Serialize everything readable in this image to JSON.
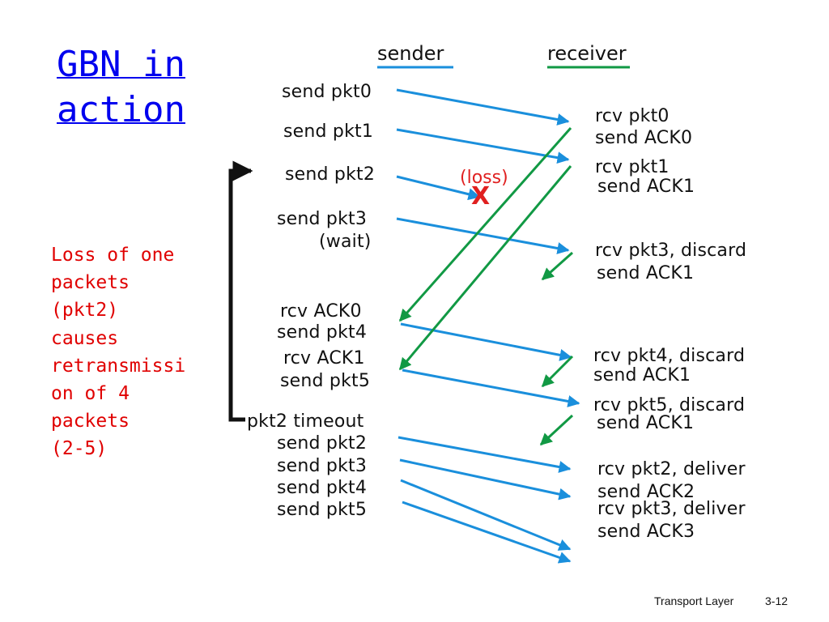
{
  "title": {
    "line1": "GBN in",
    "line2": "action"
  },
  "note": {
    "lines": [
      "Loss of one",
      "packets",
      "(pkt2)",
      "causes",
      "retransmissi",
      "on of 4",
      "packets",
      "(2-5)"
    ]
  },
  "headers": {
    "sender": "sender",
    "receiver": "receiver"
  },
  "sender_events": [
    "send pkt0",
    "send pkt1",
    "send pkt2",
    "send pkt3",
    "(wait)",
    "rcv ACK0",
    "send pkt4",
    "rcv ACK1",
    "send pkt5",
    "pkt2 timeout",
    "send pkt2",
    "send pkt3",
    "send pkt4",
    "send pkt5"
  ],
  "receiver_events": [
    "rcv pkt0",
    "send ACK0",
    "rcv pkt1",
    "send ACK1",
    "rcv pkt3, discard",
    "send ACK1",
    "rcv pkt4, discard",
    "send ACK1",
    "rcv pkt5, discard",
    "send ACK1",
    "rcv pkt2, deliver",
    "send ACK2",
    "rcv pkt3, deliver",
    "send ACK3"
  ],
  "loss": {
    "label": "(loss)",
    "mark": "X"
  },
  "footer": {
    "section": "Transport Layer",
    "page": "3-12"
  },
  "colors": {
    "sender_line": "#1a8fdc",
    "receiver_line": "#119944",
    "packet_arrow": "#1a8fdc",
    "ack_arrow": "#119944",
    "loss": "#e02020",
    "title": "#0000ee",
    "note": "#e00000"
  }
}
